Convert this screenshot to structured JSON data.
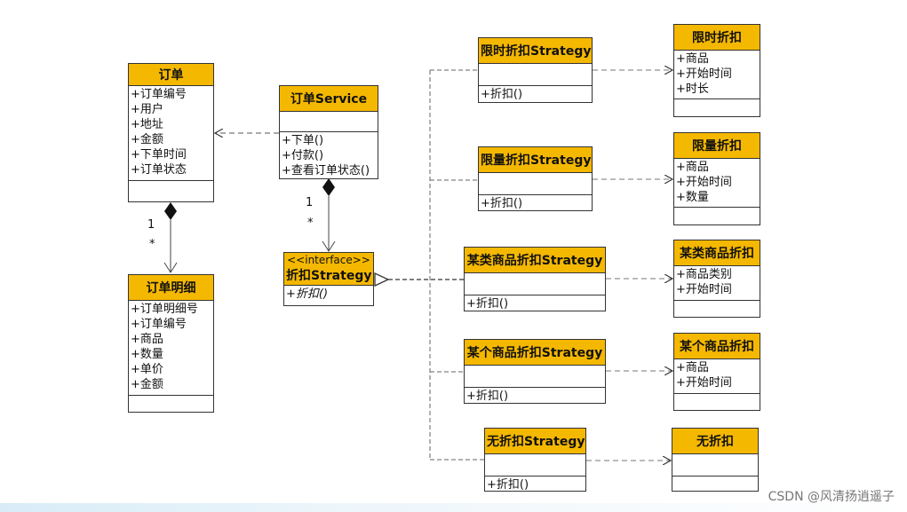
{
  "diagram": {
    "classes": {
      "order": {
        "title": "订单",
        "attributes": [
          "+订单编号",
          "+用户",
          "+地址",
          "+金额",
          "+下单时间",
          "+订单状态"
        ],
        "methods": []
      },
      "order_service": {
        "title": "订单Service",
        "attributes": [],
        "methods": [
          "+下单()",
          "+付款()",
          "+查看订单状态()"
        ]
      },
      "order_detail": {
        "title": "订单明细",
        "attributes": [
          "+订单明细号",
          "+订单编号",
          "+商品",
          "+数量",
          "+单价",
          "+金额"
        ],
        "methods": []
      },
      "discount_strategy": {
        "stereotype": "<<interface>>",
        "title": "折扣Strategy",
        "methods": [
          "+折扣()"
        ]
      },
      "limited_time_strategy": {
        "title": "限时折扣Strategy",
        "methods": [
          "+折扣()"
        ]
      },
      "limited_qty_strategy": {
        "title": "限量折扣Strategy",
        "methods": [
          "+折扣()"
        ]
      },
      "category_strategy": {
        "title": "某类商品折扣Strategy",
        "methods": [
          "+折扣()"
        ]
      },
      "single_item_strategy": {
        "title": "某个商品折扣Strategy",
        "methods": [
          "+折扣()"
        ]
      },
      "no_discount_strategy": {
        "title": "无折扣Strategy",
        "methods": [
          "+折扣()"
        ]
      },
      "limited_time": {
        "title": "限时折扣",
        "attributes": [
          "+商品",
          "+开始时间",
          "+时长"
        ]
      },
      "limited_qty": {
        "title": "限量折扣",
        "attributes": [
          "+商品",
          "+开始时间",
          "+数量"
        ]
      },
      "category_discount": {
        "title": "某类商品折扣",
        "attributes": [
          "+商品类别",
          "+开始时间"
        ]
      },
      "single_item_discount": {
        "title": "某个商品折扣",
        "attributes": [
          "+商品",
          "+开始时间"
        ]
      },
      "no_discount": {
        "title": "无折扣",
        "attributes": []
      }
    },
    "multiplicities": {
      "order_one": "1",
      "order_many": "*",
      "service_one": "1",
      "service_many": "*"
    },
    "colors": {
      "header_fill": "#f5b800",
      "border": "#333333"
    }
  },
  "watermark": "CSDN @风清扬逍遥子"
}
